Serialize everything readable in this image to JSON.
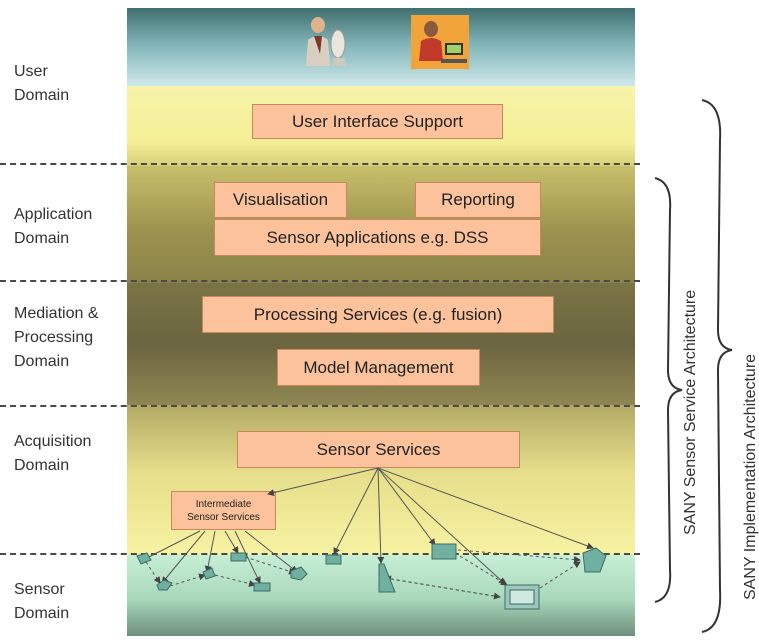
{
  "domains": {
    "user": "User\nDomain",
    "application": "Application\nDomain",
    "mediation": "Mediation &\nProcessing\nDomain",
    "acquisition": "Acquisition\nDomain",
    "sensor": "Sensor\nDomain"
  },
  "boxes": {
    "ui_support": "User Interface Support",
    "visualisation": "Visualisation",
    "reporting": "Reporting",
    "sensor_apps": "Sensor Applications e.g. DSS",
    "processing": "Processing Services (e.g. fusion)",
    "model_mgmt": "Model Management",
    "sensor_services": "Sensor Services",
    "intermediate_line1": "Intermediate",
    "intermediate_line2": "Sensor Services"
  },
  "braces": {
    "service_architecture": "SANY Sensor Service  Architecture",
    "implementation_architecture": "SANY Implementation Architecture"
  },
  "colors": {
    "box_fill": "#fbc29b",
    "yellow_band": "#f9f49b",
    "olive_band": "#8a8345",
    "sensor_band": "#bfe8cf"
  }
}
